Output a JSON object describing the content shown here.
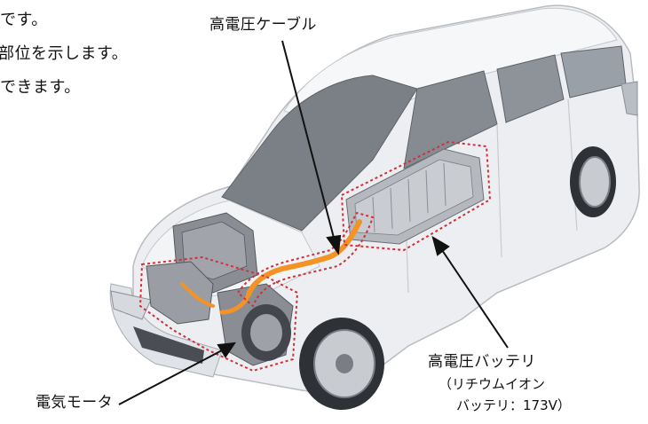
{
  "intro_lines": [
    "です。",
    "部位を示します。",
    "できます。"
  ],
  "labels": {
    "high_voltage_cable": "高電圧ケーブル",
    "electric_motor": "電気モータ",
    "high_voltage_battery": "高電圧バッテリ",
    "battery_type_line1": "（リチウムイオン",
    "battery_type_line2": "バッテリ：173V）"
  },
  "colors": {
    "car_body": "#e9ebee",
    "car_shade": "#c9ccd1",
    "window": "#6f747b",
    "engine": "#8c9096",
    "battery_block": "#b7bbc0",
    "cable": "#f39325",
    "highlight_outline": "#d0303a",
    "leader": "#111111"
  }
}
